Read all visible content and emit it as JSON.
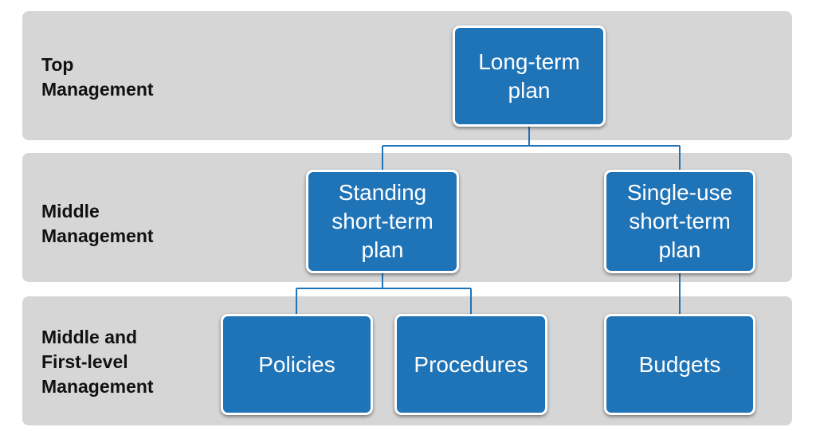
{
  "levels": {
    "top": "Top\nManagement",
    "middle": "Middle\nManagement",
    "first": "Middle and\nFirst-level\nManagement"
  },
  "nodes": {
    "long_term": "Long-term\nplan",
    "standing": "Standing\nshort-term\nplan",
    "single_use": "Single-use\nshort-term\nplan",
    "policies": "Policies",
    "procedures": "Procedures",
    "budgets": "Budgets"
  },
  "colors": {
    "band": "#d6d6d6",
    "box": "#1f73b7",
    "connector": "#1f73b7"
  }
}
